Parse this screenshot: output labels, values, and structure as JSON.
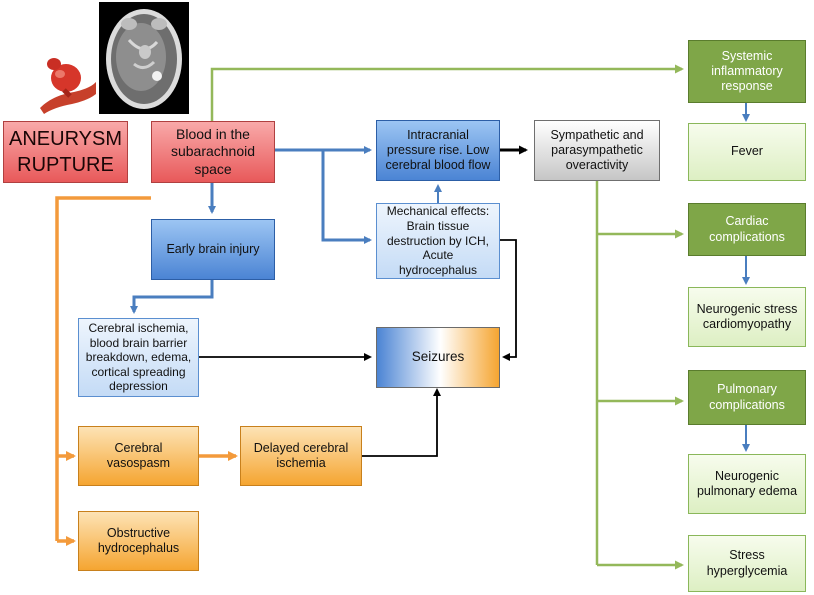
{
  "nodes": {
    "aneurysm": "ANEURYSM\nRUPTURE",
    "blood": "Blood in the\nsubarachnoid\nspace",
    "early": "Early brain injury",
    "ischemia": "Cerebral ischemia,\nblood brain barrier\nbreakdown, edema,\ncortical spreading\ndepression",
    "icp": "Intracranial\npressure rise. Low\ncerebral blood flow",
    "mechanical": "Mechanical effects:\nBrain tissue\ndestruction by ICH,\nAcute\nhydrocephalus",
    "sympathetic": "Sympathetic and\nparasympathetic\noveractivity",
    "seizures": "Seizures",
    "vasospasm": "Cerebral\nvasospasm",
    "delayed": "Delayed cerebral\nischemia",
    "obstructive": "Obstructive\nhydrocephalus",
    "systemic": "Systemic\ninflammatory\nresponse",
    "fever": "Fever",
    "cardiac": "Cardiac\ncomplications",
    "cardiomyopathy": "Neurogenic stress\ncardiomyopathy",
    "pulmonary": "Pulmonary\ncomplications",
    "edema": "Neurogenic\npulmonary edema",
    "hyperglycemia": "Stress\nhyperglycemia"
  },
  "colors": {
    "blue_arrow": "#4a7ebf",
    "orange_arrow": "#f39a3b",
    "green_arrow": "#94b85a",
    "black_arrow": "#000000"
  },
  "images": {
    "aneurysm_illustration": "aneurysm-vessel-illustration",
    "ct_scan": "brain-ct-scan"
  }
}
